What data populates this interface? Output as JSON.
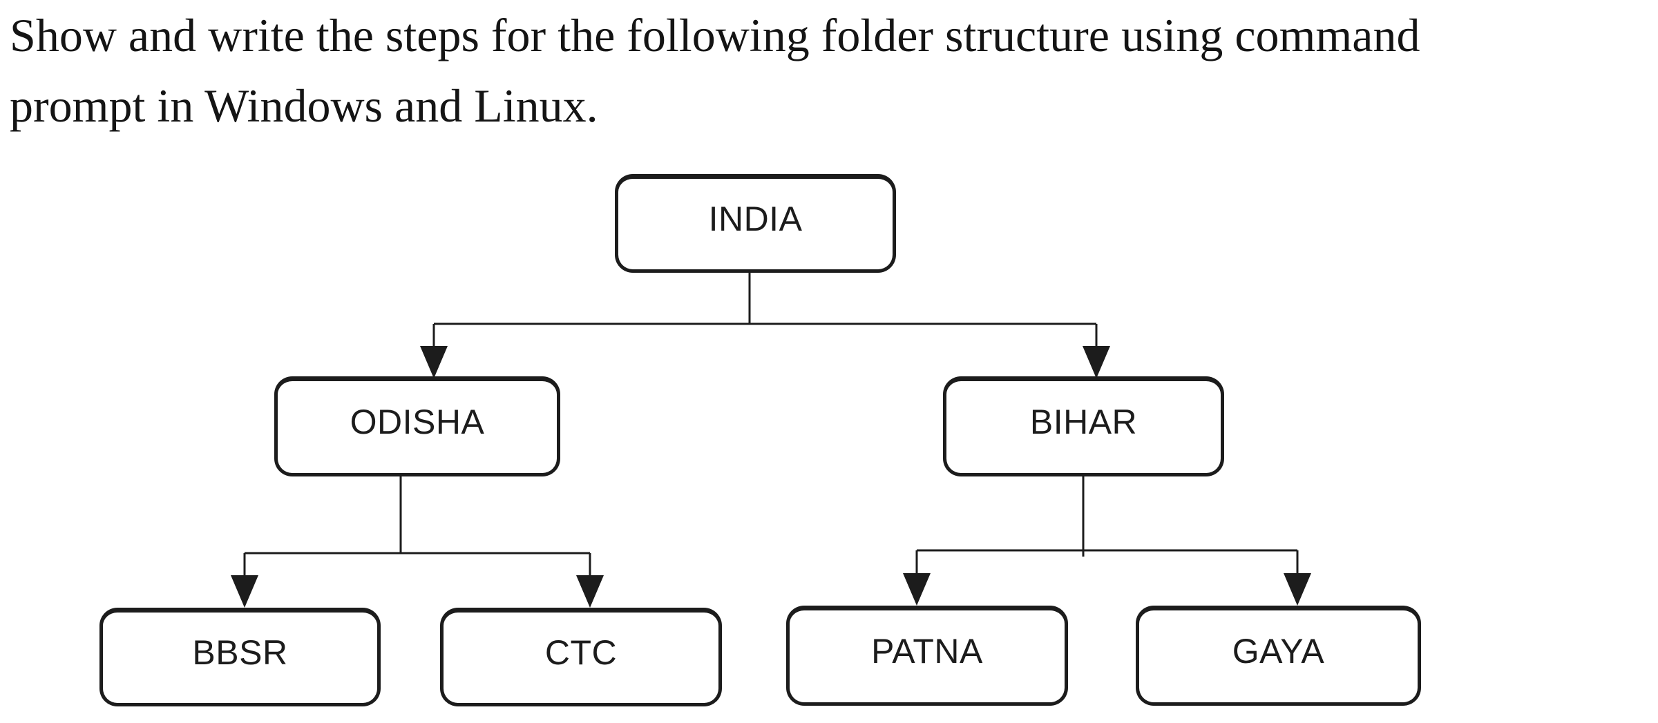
{
  "question": {
    "line1": "Show and write the steps for the following folder structure using command",
    "line2": "prompt in Windows and Linux."
  },
  "tree": {
    "type": "folder-structure",
    "root": {
      "label": "INDIA",
      "children": [
        {
          "label": "ODISHA",
          "children": [
            {
              "label": "BBSR"
            },
            {
              "label": "CTC"
            }
          ]
        },
        {
          "label": "BIHAR",
          "children": [
            {
              "label": "PATNA"
            },
            {
              "label": "GAYA"
            }
          ]
        }
      ]
    }
  },
  "colors": {
    "ink": "#1c1c1c",
    "background": "#ffffff"
  }
}
